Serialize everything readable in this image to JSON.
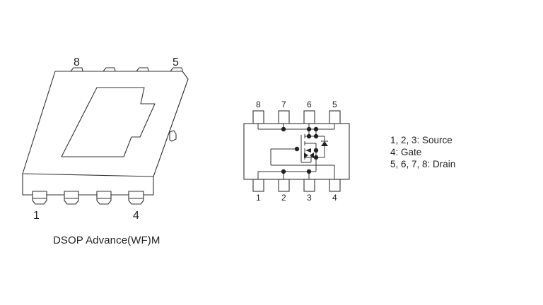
{
  "package": {
    "caption": "DSOP Advance(WF)M",
    "pin_labels": {
      "top_left": "8",
      "top_right": "5",
      "bottom_left": "1",
      "bottom_right": "4"
    }
  },
  "schematic": {
    "top_pins": [
      "8",
      "7",
      "6",
      "5"
    ],
    "bottom_pins": [
      "1",
      "2",
      "3",
      "4"
    ]
  },
  "legend": {
    "source": "1, 2, 3: Source",
    "gate": "4: Gate",
    "drain": "5, 6, 7, 8: Drain"
  }
}
